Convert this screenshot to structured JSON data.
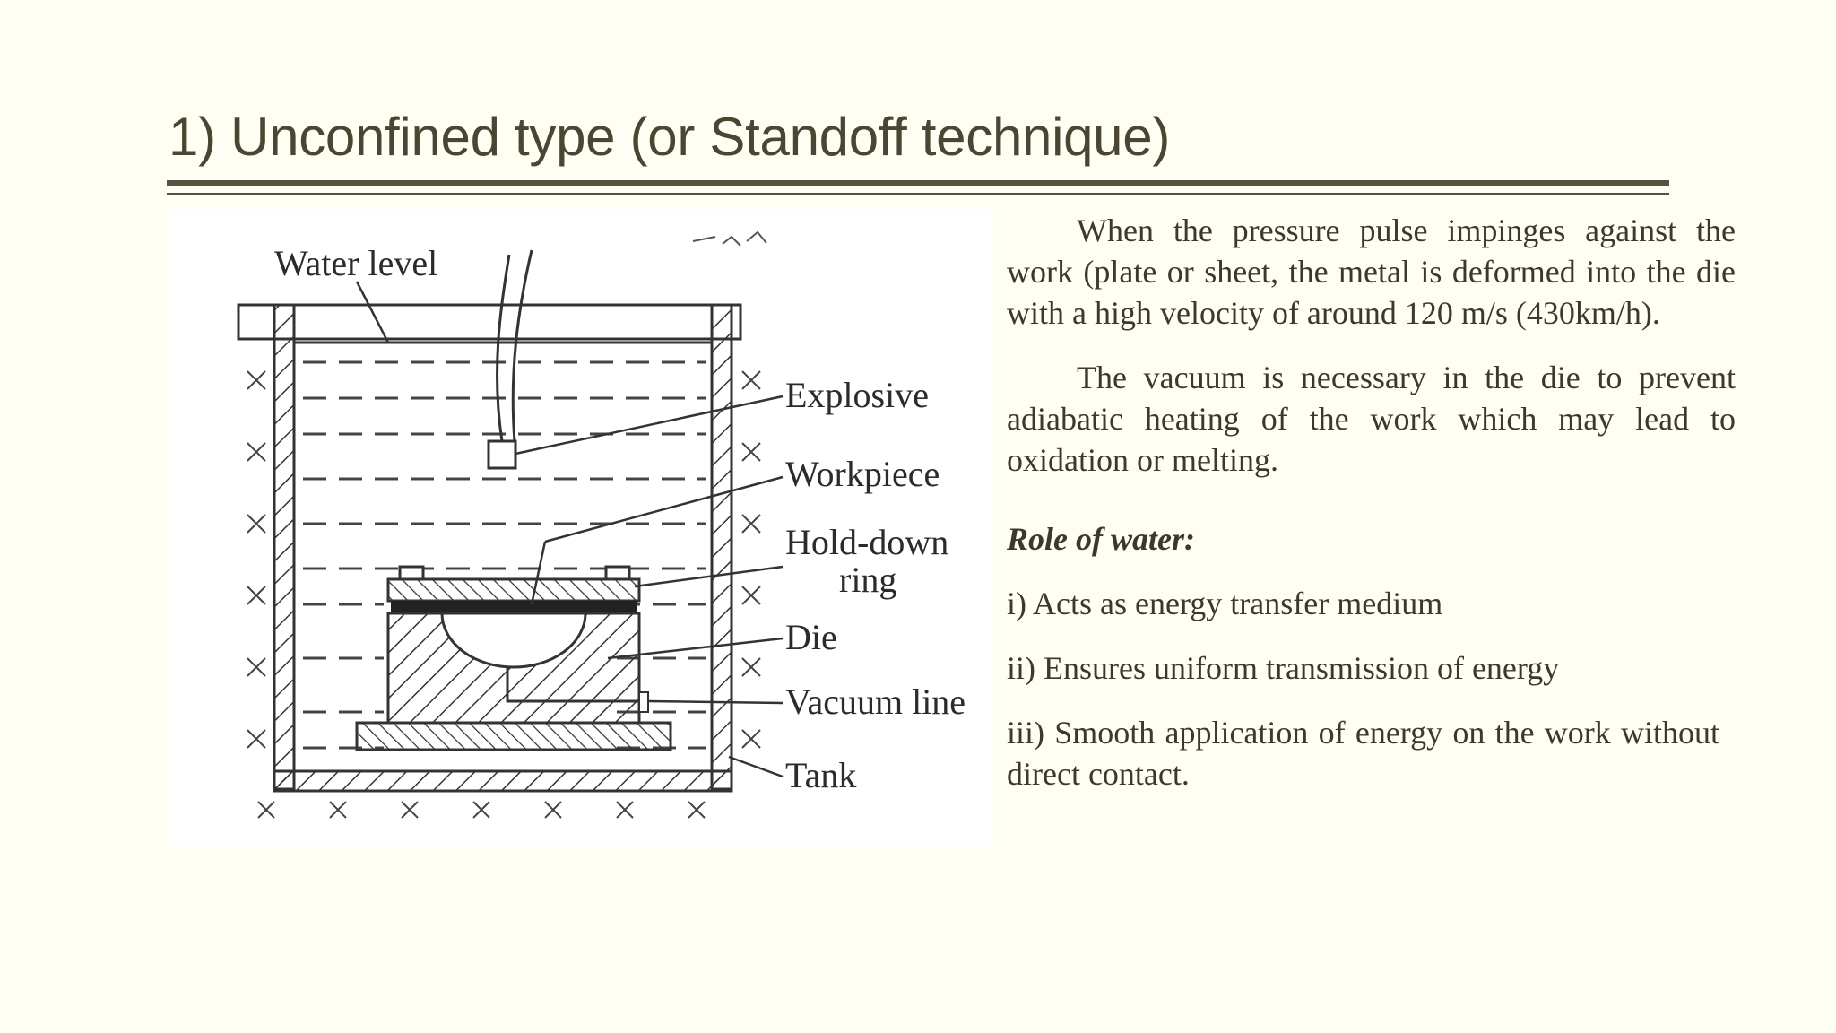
{
  "slide": {
    "title": "1) Unconfined type (or Standoff technique)"
  },
  "figure": {
    "labels": {
      "water_level": "Water level",
      "explosive": "Explosive",
      "workpiece": "Workpiece",
      "hold_down_1": "Hold-down",
      "hold_down_2": "ring",
      "die": "Die",
      "vacuum_line": "Vacuum line",
      "tank": "Tank"
    }
  },
  "body": {
    "para1": "When the pressure pulse impinges against the work (plate or sheet, the metal is deformed into the die with a high velocity of around 120 m/s (430km/h).",
    "para2": "The vacuum is necessary in the die to prevent adiabatic heating of the work which may lead to oxidation or melting.",
    "role_heading": "Role of water:",
    "items": [
      "i) Acts as energy transfer medium",
      "ii) Ensures uniform transmission of energy",
      "iii) Smooth application of energy on the work without direct contact."
    ]
  },
  "colors": {
    "background": "#fefef2",
    "title": "#4a4633",
    "rule": "#57523f",
    "text": "#3a3a2c"
  }
}
